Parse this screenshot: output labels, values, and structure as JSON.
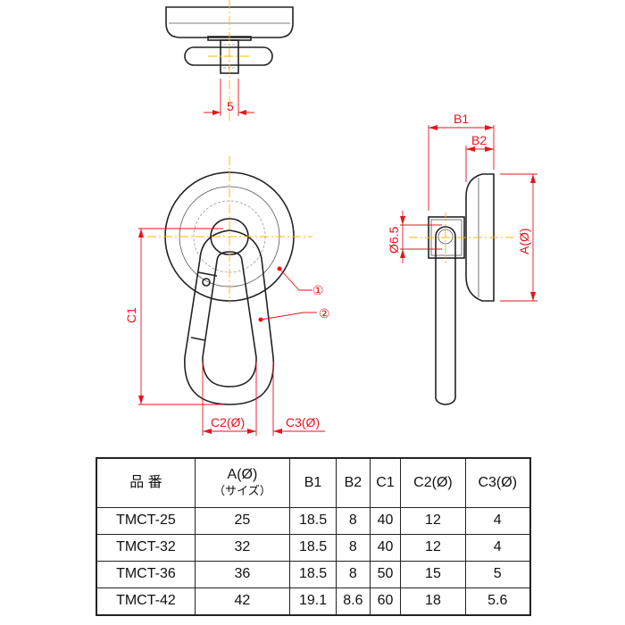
{
  "drawing": {
    "dim_top_width": "5",
    "dim_b1": "B1",
    "dim_b2": "B2",
    "dim_a": "A(Ø)",
    "dim_hole": "Ø6.5",
    "dim_c1": "C1",
    "dim_c2": "C2(Ø)",
    "dim_c3": "C3(Ø)",
    "part1": "①",
    "part2": "②",
    "colors": {
      "dimension": "#e8141a",
      "centerline": "#f5b800",
      "outline": "#222222"
    }
  },
  "table": {
    "headers": [
      "品 番",
      "A(Ø)",
      "（サイズ）",
      "B1",
      "B2",
      "C1",
      "C2(Ø)",
      "C3(Ø)"
    ],
    "rows": [
      [
        "TMCT-25",
        "25",
        "18.5",
        "8",
        "40",
        "12",
        "4"
      ],
      [
        "TMCT-32",
        "32",
        "18.5",
        "8",
        "40",
        "12",
        "4"
      ],
      [
        "TMCT-36",
        "36",
        "18.5",
        "8",
        "50",
        "15",
        "5"
      ],
      [
        "TMCT-42",
        "42",
        "19.1",
        "8.6",
        "60",
        "18",
        "5.6"
      ]
    ]
  }
}
